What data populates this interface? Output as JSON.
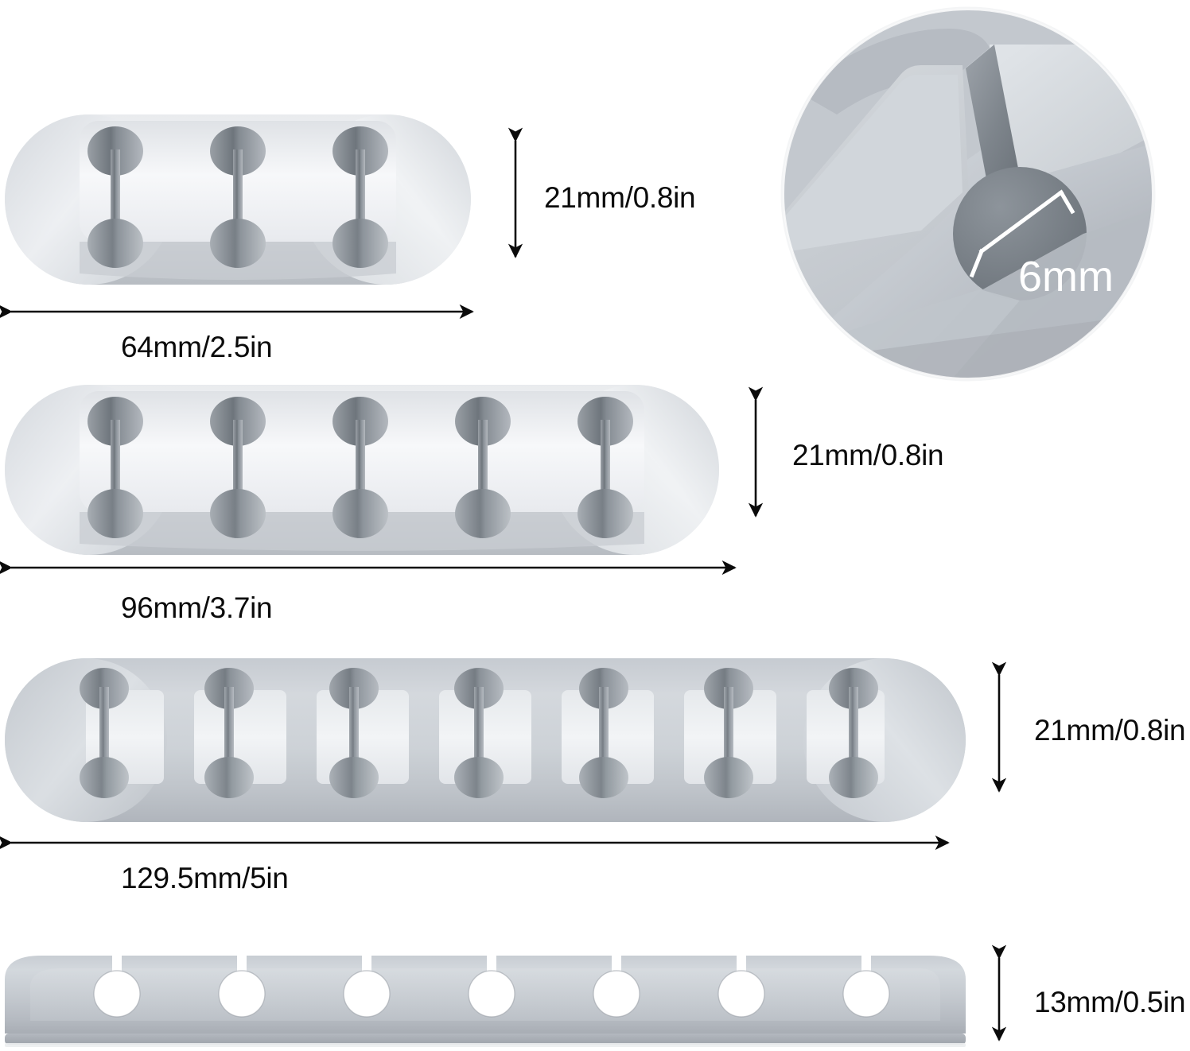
{
  "diagram": {
    "type": "product-dimension-diagram",
    "subject": "silicone cable clip organizer set",
    "background_color": "#ffffff"
  },
  "colors": {
    "body_light": "#eceef1",
    "body_mid": "#d7dade",
    "body_shadow": "#b9bec5",
    "slot_dark": "#8c9197",
    "slot_darker": "#6f767d",
    "line": "#0b0b0b",
    "inset_white": "#ffffff"
  },
  "products": [
    {
      "id": "clip-3-slot",
      "name": "3-slot cable clip",
      "slots": 3,
      "width_label": "64mm/2.5in",
      "height_label": "21mm/0.8in"
    },
    {
      "id": "clip-5-slot",
      "name": "5-slot cable clip",
      "slots": 5,
      "width_label": "96mm/3.7in",
      "height_label": "21mm/0.8in"
    },
    {
      "id": "clip-7-slot",
      "name": "7-slot cable clip",
      "slots": 7,
      "width_label": "129.5mm/5in",
      "height_label": "21mm/0.8in"
    },
    {
      "id": "clip-side-view",
      "name": "7-slot cable clip front elevation",
      "slots": 7,
      "height_label": "13mm/0.5in"
    }
  ],
  "detail_inset": {
    "id": "slot-closeup",
    "name": "magnified cable slot detail",
    "measurement_label": "6mm",
    "label_color": "#ffffff"
  }
}
